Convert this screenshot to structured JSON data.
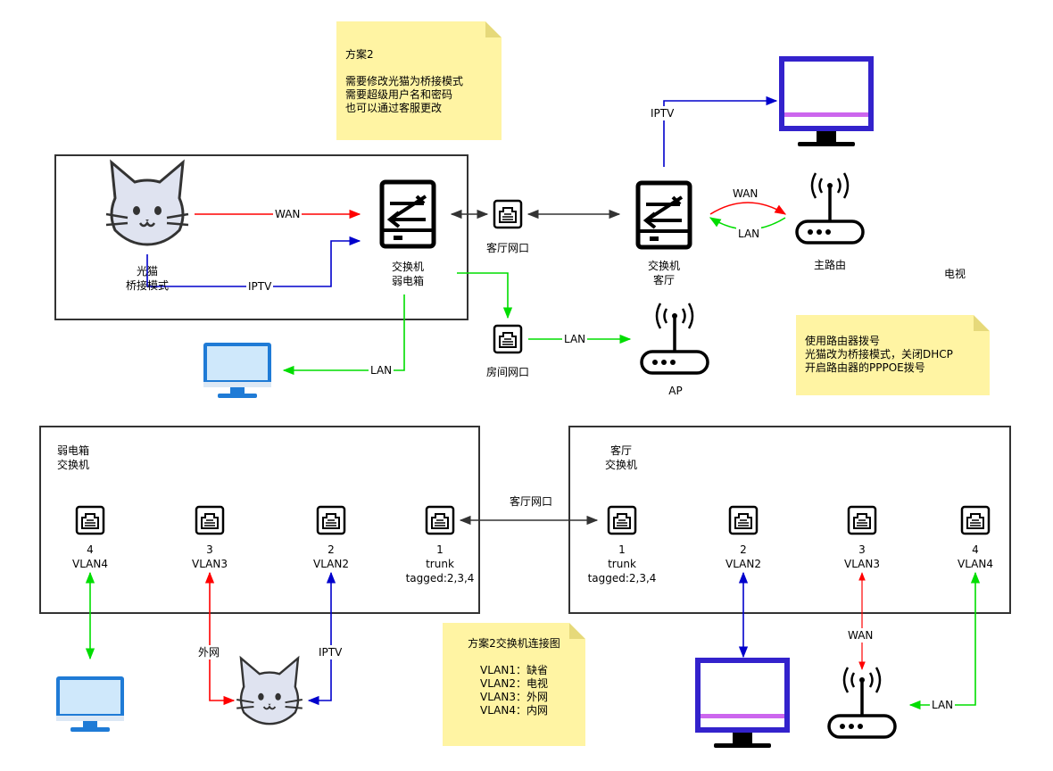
{
  "notes": {
    "plan2": "方案2\n\n需要修改光猫为桥接模式\n需要超级用户名和密码\n也可以通过客服更改",
    "router": "使用路由器拨号\n光猫改为桥接模式，关闭DHCP\n开启路由器的PPPOE拨号",
    "vlan": "方案2交换机连接图\n\nVLAN1：缺省\nVLAN2：电视\nVLAN3：外网\nVLAN4：内网"
  },
  "top": {
    "modem": "光猫\n桥接模式",
    "switch_weak": "交换机\n弱电箱",
    "port_living": "客厅网口",
    "port_room": "房间网口",
    "switch_living": "交换机\n客厅",
    "main_router": "主路由",
    "ap": "AP",
    "tv": "电视",
    "wan1": "WAN",
    "iptv1": "IPTV",
    "lan_pc": "LAN",
    "lan_ap": "LAN",
    "iptv_tv": "IPTV",
    "wan2": "WAN",
    "lan2": "LAN"
  },
  "bottom": {
    "weak_box_title": "弱电箱\n交换机",
    "living_box_title": "客厅\n交换机",
    "link_label": "客厅网口",
    "left_ports": [
      {
        "label": "4\nVLAN4"
      },
      {
        "label": "3\nVLAN3"
      },
      {
        "label": "2\nVLAN2"
      },
      {
        "label": "1\ntrunk\ntagged:2,3,4"
      }
    ],
    "right_ports": [
      {
        "label": "1\ntrunk\ntagged:2,3,4"
      },
      {
        "label": "2\nVLAN2"
      },
      {
        "label": "3\nVLAN3"
      },
      {
        "label": "4\nVLAN4"
      }
    ],
    "wan_out": "外网",
    "iptv": "IPTV",
    "wan": "WAN",
    "lan": "LAN"
  },
  "colors": {
    "wan": "#ff0000",
    "iptv": "#0000cc",
    "lan": "#00dd00",
    "note": "#fff4a3",
    "tv_frame": "#3322cc",
    "tv_stripe": "#cc66ee",
    "monitor_blue": "#3a9be8"
  }
}
